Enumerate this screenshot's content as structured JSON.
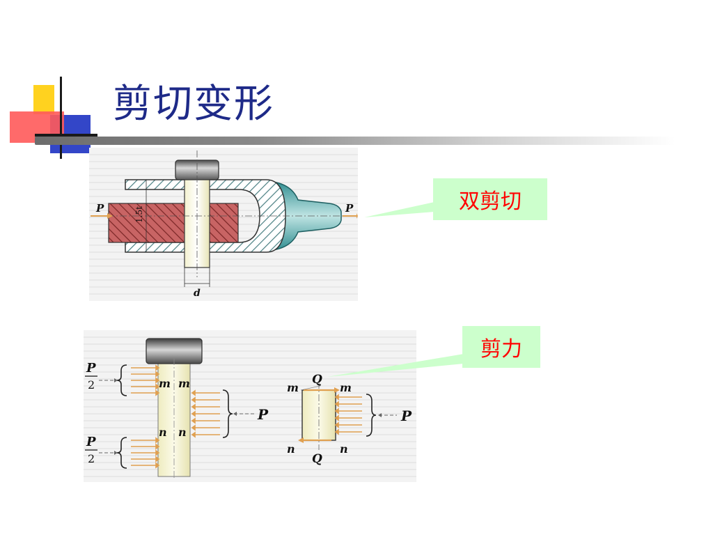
{
  "slide": {
    "title": "剪切变形",
    "callout_double_shear": "双剪切",
    "callout_shear_force": "剪力"
  },
  "figure_top": {
    "force_left": "P",
    "force_right": "P",
    "dimension_thickness": "1.5t",
    "dimension_pin_diameter": "d"
  },
  "figure_bottom": {
    "half_force_top_num": "P",
    "half_force_top_den": "2",
    "half_force_bottom_num": "P",
    "half_force_bottom_den": "2",
    "section_m": "m",
    "section_n": "n",
    "total_force": "P",
    "shear_force": "Q",
    "colors": {
      "pin": "#f2f0c0",
      "arrows": "#e0a050"
    }
  },
  "colors": {
    "title": "#1e2a88",
    "callout_bg": "#ccffcc",
    "callout_text": "#ff0000",
    "plate": "#c86464",
    "clevis": "#4fa6a8"
  }
}
